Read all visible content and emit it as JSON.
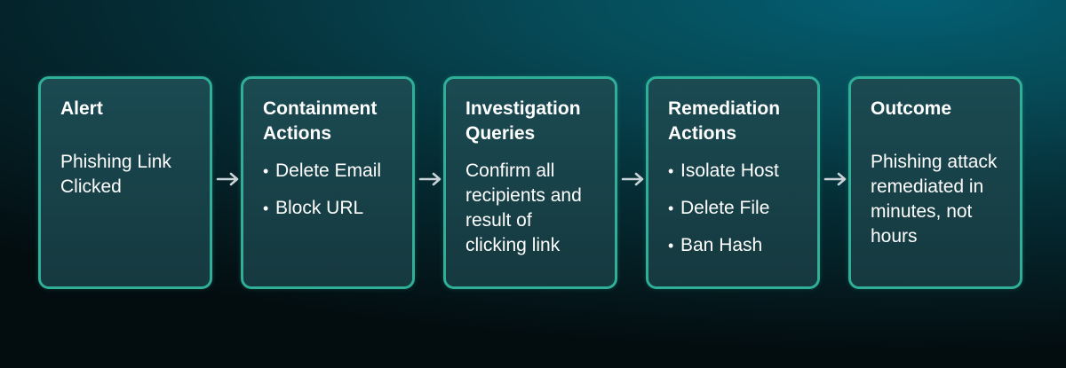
{
  "diagram": {
    "cards": [
      {
        "title": "Alert",
        "body": "Phishing Link\nClicked"
      },
      {
        "title": "Containment\nActions",
        "bullets": [
          "Delete Email",
          "Block URL"
        ]
      },
      {
        "title": "Investigation\nQueries",
        "body": "Confirm all\nrecipients and\nresult of\nclicking link"
      },
      {
        "title": "Remediation\nActions",
        "bullets": [
          "Isolate Host",
          "Delete File",
          "Ban Hash"
        ]
      },
      {
        "title": "Outcome",
        "body": "Phishing attack\nremediated in\nminutes, not\nhours"
      }
    ],
    "colors": {
      "card_border": "#2fae98",
      "arrow": "#c7d3d6",
      "text": "#ffffff"
    }
  }
}
